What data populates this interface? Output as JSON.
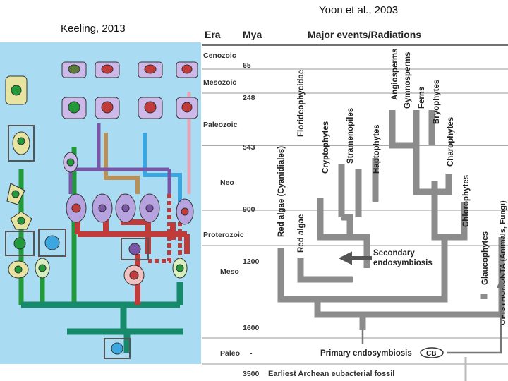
{
  "captions": {
    "left": "Keeling, 2013",
    "right": "Yoon et al., 2003"
  },
  "left_figure": {
    "background": "#a9dcf3",
    "line_colors": {
      "green": "#229a3a",
      "teal": "#178a6b",
      "red": "#c23b3b",
      "tan": "#b8905a",
      "blue": "#3aa7e0",
      "purple": "#7a55a8",
      "pink": "#e7a4b7"
    }
  },
  "right_figure": {
    "headers": {
      "era": "Era",
      "mya": "Mya",
      "events": "Major events/Radiations"
    },
    "eras": [
      "Cenozoic",
      "Mesozoic",
      "Paleozoic",
      "Neo",
      "Proterozoic",
      "Meso",
      "Paleo"
    ],
    "mya_ticks": [
      "65",
      "248",
      "543",
      "900",
      "1200",
      "1600",
      "-",
      "3500"
    ],
    "bottom_event": "Earliest Archean eubacterial fossil",
    "lineages": [
      "Angiosperms",
      "Gymnosperms",
      "Ferns",
      "Bryophytes",
      "Charophytes",
      "Chlorophytes",
      "Glaucophytes",
      "Red algae (Cyanidiales)",
      "Red algae",
      "Florideophycidae",
      "Cryptophytes",
      "Stramenopiles",
      "Haptophytes",
      "OPISTHOKONTA (Animals, Fungi)"
    ],
    "annotations": {
      "secondary_line1": "Secondary",
      "secondary_line2": "endosymbiosis",
      "primary": "Primary endosymbiosis",
      "cb": "CB"
    },
    "colors": {
      "branch": "#8c8c8c",
      "arrow": "#555555",
      "text": "#222222"
    }
  }
}
